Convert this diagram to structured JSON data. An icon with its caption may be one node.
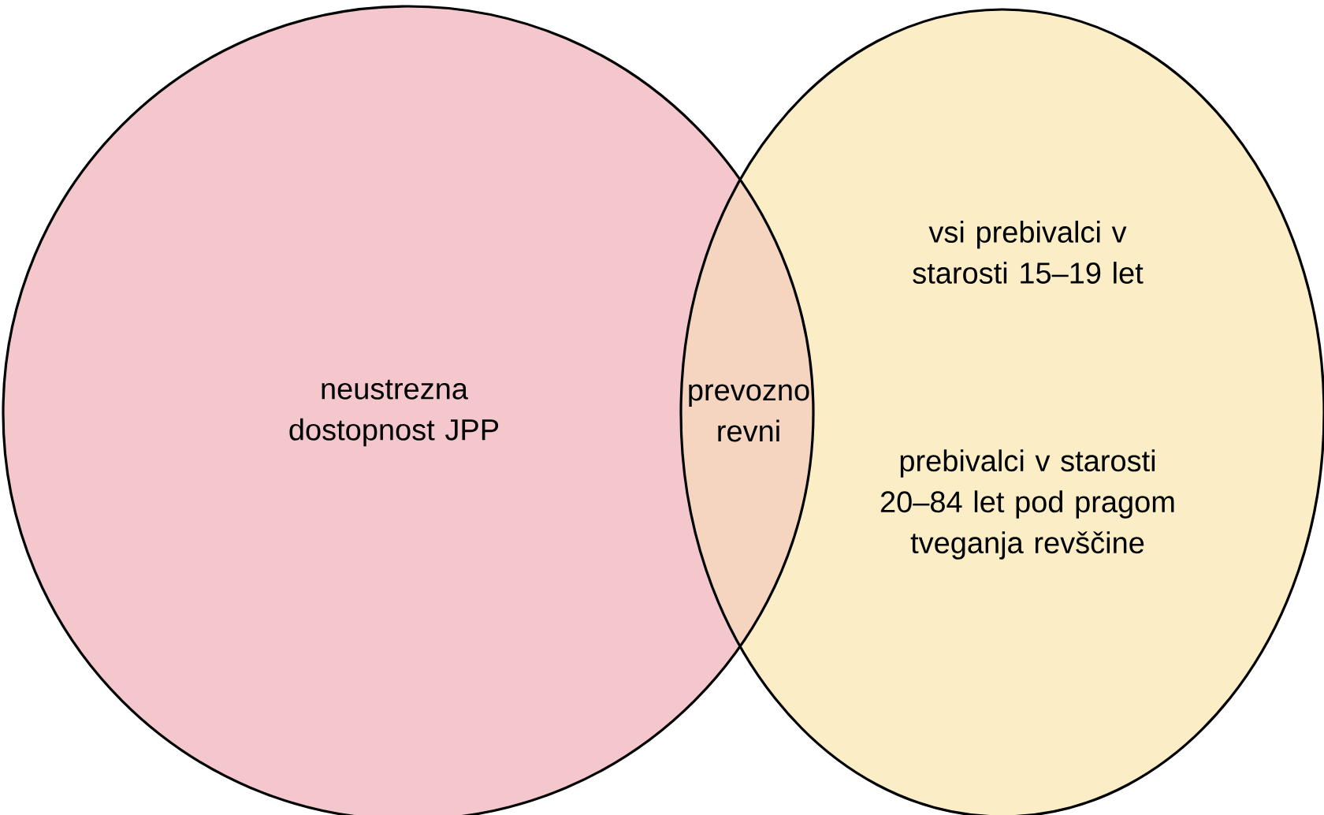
{
  "diagram": {
    "nodes": [
      {
        "text": [
          "neustrezna dostopnost JPP"
        ]
      },
      {
        "text": [
          "prevozno revni"
        ]
      },
      {
        "text": [
          "vsi prebivalci v starosti 15–19 let",
          "prebivalci v starosti 20–84 let pod pragom tveganja revščine"
        ]
      }
    ]
  }
}
